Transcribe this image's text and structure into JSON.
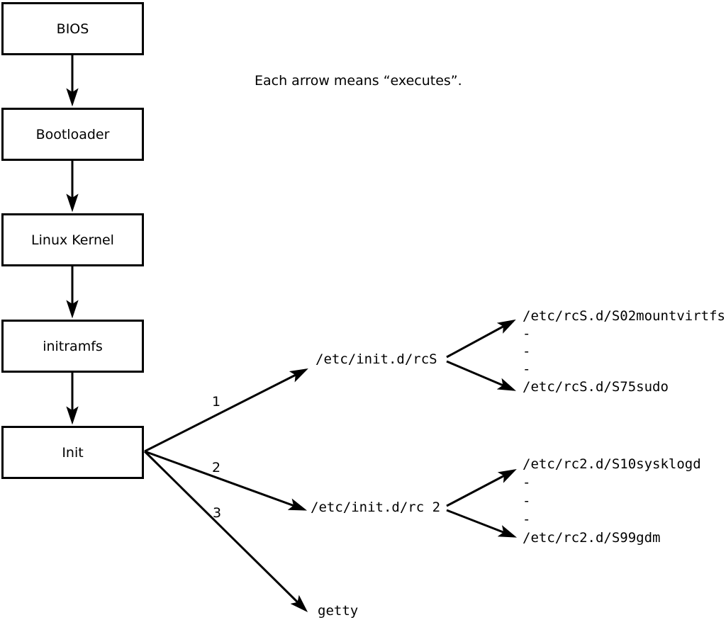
{
  "diagram": {
    "annotation": "Each arrow means “executes”.",
    "boot_chain": [
      {
        "label": "BIOS"
      },
      {
        "label": "Bootloader"
      },
      {
        "label": "Linux Kernel"
      },
      {
        "label": "initramfs"
      },
      {
        "label": "Init"
      }
    ],
    "init_branches": [
      {
        "order": "1",
        "target": "/etc/init.d/rcS",
        "scripts": [
          "/etc/rcS.d/S02mountvirtfs",
          "-",
          "-",
          "-",
          "/etc/rcS.d/S75sudo"
        ]
      },
      {
        "order": "2",
        "target": "/etc/init.d/rc 2",
        "scripts": [
          "/etc/rc2.d/S10sysklogd",
          "-",
          "-",
          "-",
          "/etc/rc2.d/S99gdm"
        ]
      },
      {
        "order": "3",
        "target": "getty"
      }
    ],
    "colors": {
      "ink": "#000000",
      "background": "#ffffff"
    }
  }
}
